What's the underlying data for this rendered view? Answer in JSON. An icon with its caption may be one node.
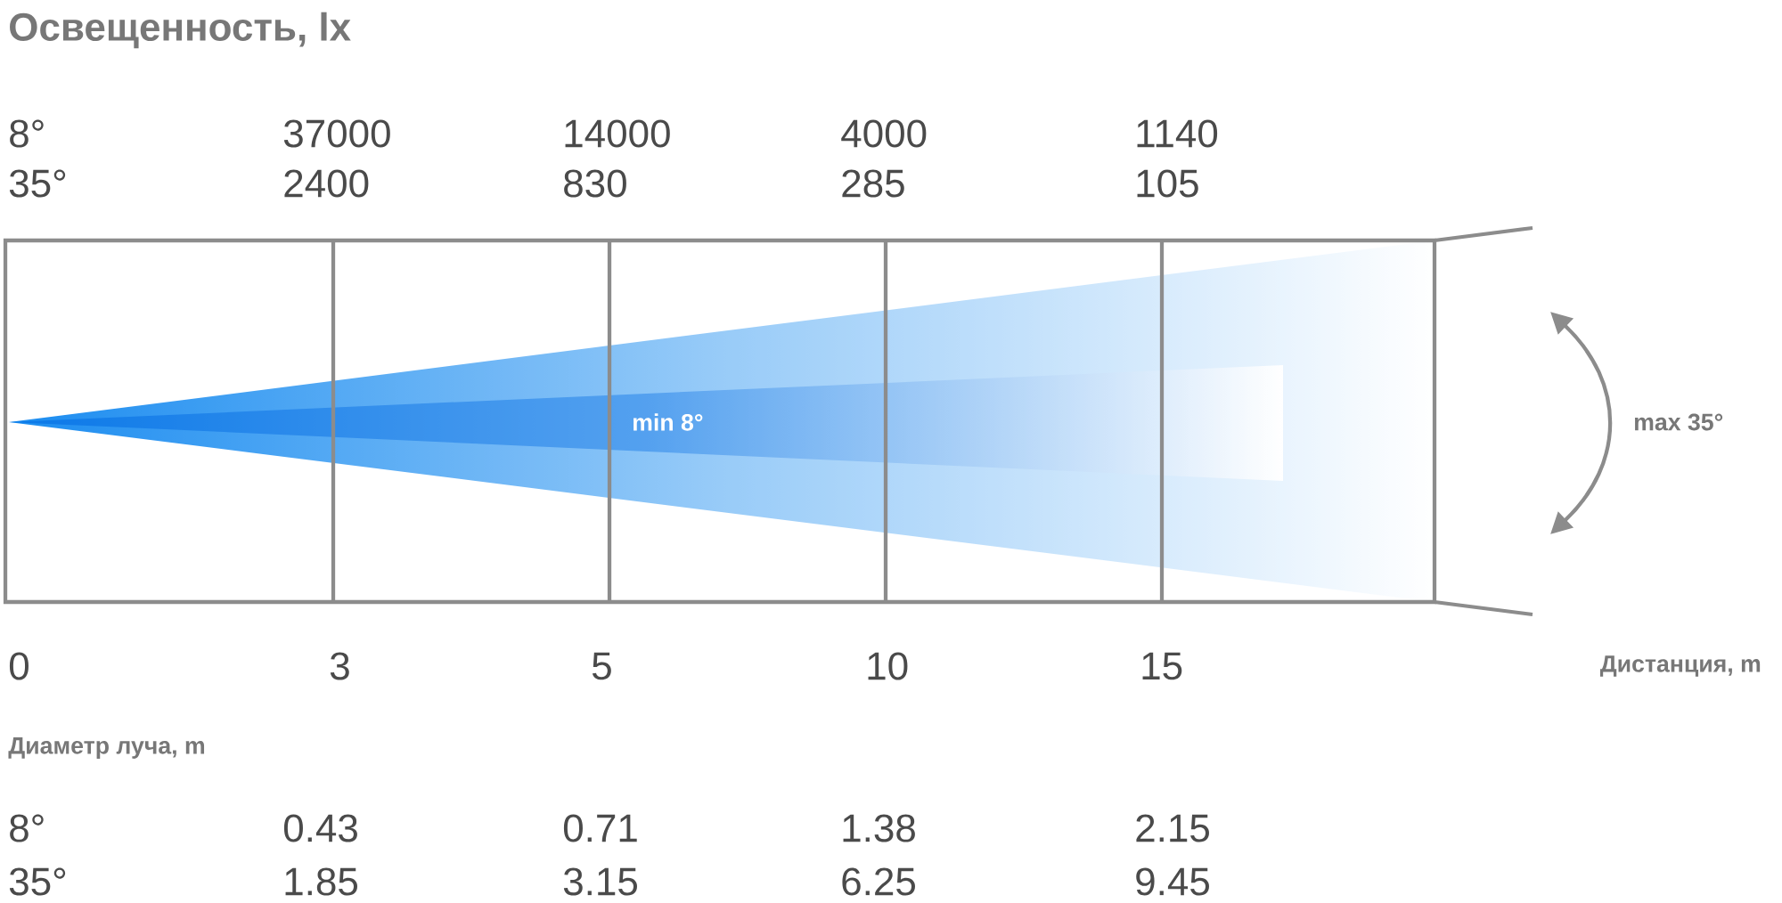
{
  "diagram": {
    "title": "Освещенность, lx",
    "labels": [
      "8°",
      "37000",
      "14000",
      "4000",
      "1140",
      "35°",
      "2400",
      "830",
      "285",
      "105",
      "min 8°",
      "max 35°",
      "0",
      "3",
      "5",
      "10",
      "15",
      "Дистанция, m",
      "Диаметр луча, m",
      "8°",
      "0.43",
      "0.71",
      "1.38",
      "2.15",
      "35°",
      "1.85",
      "3.15",
      "6.25",
      "9.45"
    ]
  }
}
